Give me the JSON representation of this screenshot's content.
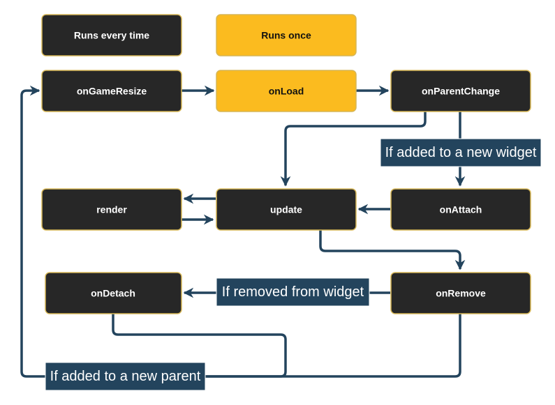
{
  "legend": {
    "runs_every_time": "Runs every time",
    "runs_once": "Runs once"
  },
  "nodes": {
    "on_game_resize": "onGameResize",
    "on_load": "onLoad",
    "on_parent_change": "onParentChange",
    "render": "render",
    "update": "update",
    "on_attach": "onAttach",
    "on_detach": "onDetach",
    "on_remove": "onRemove"
  },
  "edge_labels": {
    "added_to_new_widget": "If added to a new widget",
    "removed_from_widget": "If removed from widget",
    "added_to_new_parent": "If added to a new parent"
  },
  "colors": {
    "runs_every_time_fill": "#272727",
    "runs_once_fill": "#fbbb1f",
    "node_border": "#d6b656",
    "edge": "#23445d",
    "edge_label_fill": "#23445d"
  }
}
